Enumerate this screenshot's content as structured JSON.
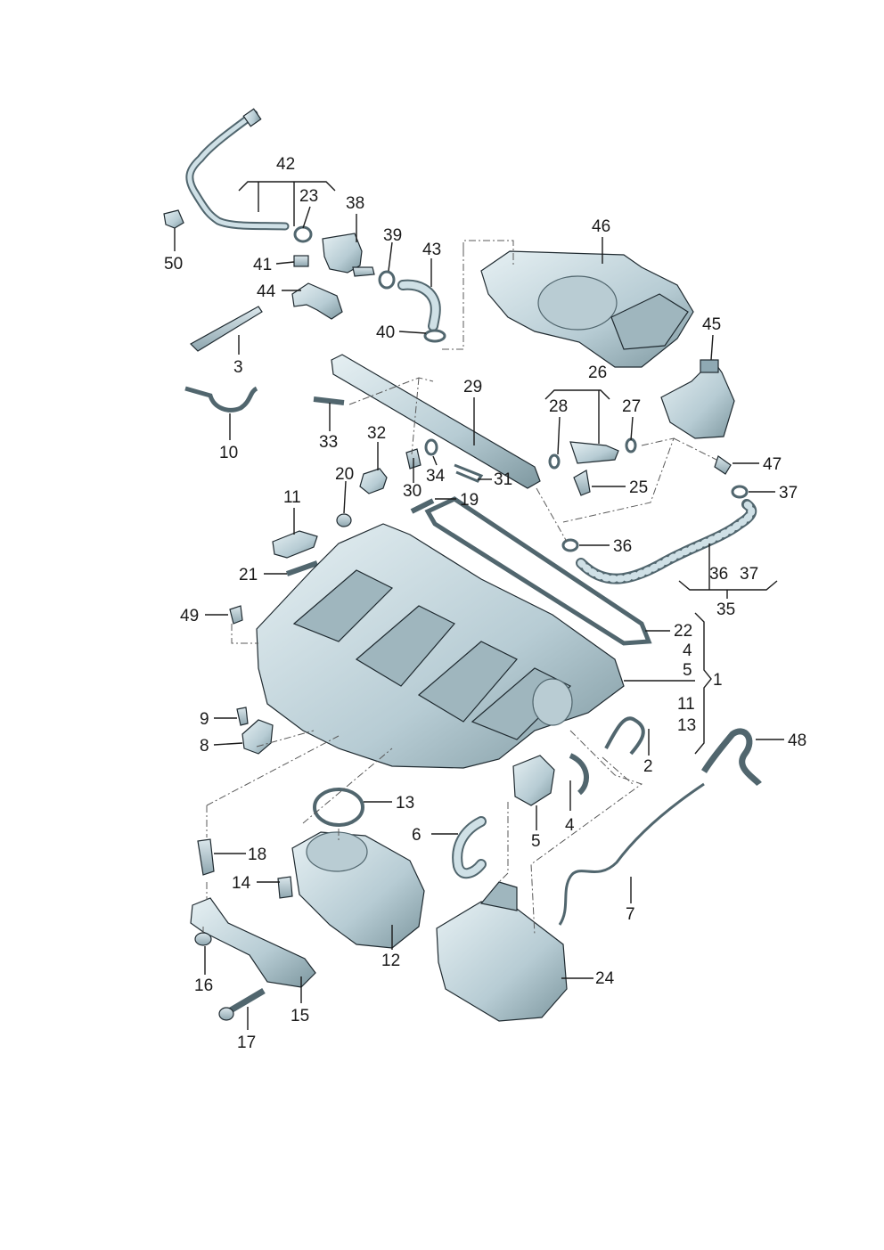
{
  "labels": {
    "l1": "1",
    "l2": "2",
    "l3": "3",
    "l4a": "4",
    "l4b": "4",
    "l5a": "5",
    "l5b": "5",
    "l6": "6",
    "l7": "7",
    "l8": "8",
    "l9": "9",
    "l10": "10",
    "l11a": "11",
    "l11b": "11",
    "l12": "12",
    "l13a": "13",
    "l13b": "13",
    "l14": "14",
    "l15": "15",
    "l16": "16",
    "l17": "17",
    "l18": "18",
    "l19": "19",
    "l20": "20",
    "l21": "21",
    "l22": "22",
    "l23": "23",
    "l24": "24",
    "l25": "25",
    "l26": "26",
    "l27": "27",
    "l28": "28",
    "l29": "29",
    "l30": "30",
    "l31": "31",
    "l32": "32",
    "l33": "33",
    "l34": "34",
    "l35": "35",
    "l36a": "36",
    "l36b": "36",
    "l37a": "37",
    "l37b": "37",
    "l38": "38",
    "l39": "39",
    "l40": "40",
    "l41": "41",
    "l42": "42",
    "l43": "43",
    "l44": "44",
    "l45": "45",
    "l46": "46",
    "l47": "47",
    "l48": "48",
    "l49": "49",
    "l50": "50"
  },
  "colors": {
    "part_fill": "#cfe0e6",
    "part_shade": "#8fa9b3",
    "part_dark": "#51666e",
    "line": "#1a1a1a"
  }
}
